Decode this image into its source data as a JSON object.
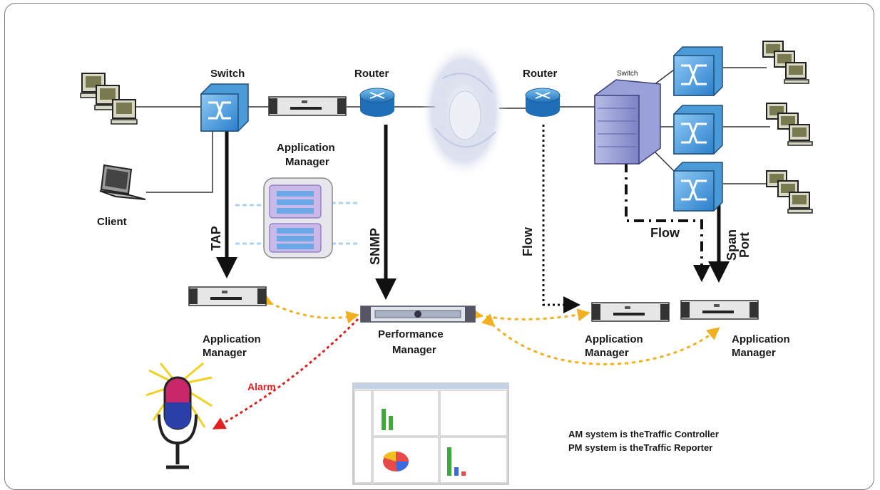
{
  "labels": {
    "switch_left": "Switch",
    "router_left": "Router",
    "router_right": "Router",
    "switch_right": "Switch",
    "client": "Client",
    "am_center_line1": "Application",
    "am_center_line2": "Manager",
    "tap": "TAP",
    "snmp": "SNMP",
    "flow_vertical": "Flow",
    "flow_horizontal": "Flow",
    "span_port_line1": "Span",
    "span_port_line2": "Port",
    "am_left_line1": "Application",
    "am_left_line2": "Manager",
    "pm_line1": "Performance",
    "pm_line2": "Manager",
    "am_right1_line1": "Application",
    "am_right1_line2": "Manager",
    "am_right2_line1": "Application",
    "am_right2_line2": "Manager",
    "alarm": "Alarm",
    "note_line1": "AM system is theTraffic Controller",
    "note_line2": "PM system is theTraffic Reporter"
  },
  "colors": {
    "alarm": "#e02020",
    "am_link": "#f2b020",
    "switch_blue": "#3a8fd8",
    "router_blue": "#2f8fd6",
    "flow_arrow": "#111111"
  },
  "icons": [
    "computer-icon",
    "laptop-icon",
    "switch-icon",
    "router-icon",
    "rack-appliance-icon",
    "server-chassis-icon",
    "cloud-icon",
    "microphone-icon",
    "dashboard-screenshot-icon"
  ]
}
